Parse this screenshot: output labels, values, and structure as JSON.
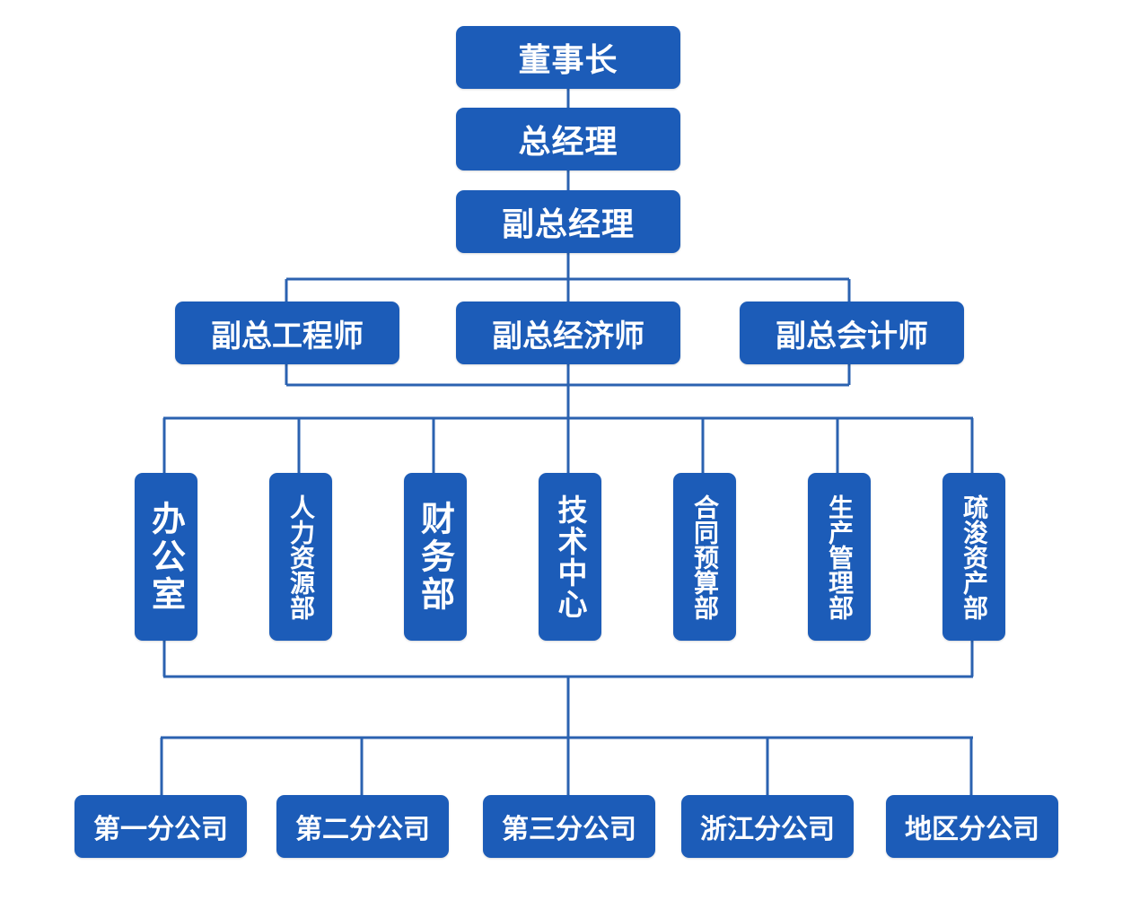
{
  "top": [
    {
      "id": "chairman",
      "label": "董事长"
    },
    {
      "id": "gm",
      "label": "总经理"
    },
    {
      "id": "deputy-gm",
      "label": "副总经理"
    }
  ],
  "deputies": [
    {
      "id": "deputy-engineer",
      "label": "副总工程师"
    },
    {
      "id": "deputy-economist",
      "label": "副总经济师"
    },
    {
      "id": "deputy-accountant",
      "label": "副总会计师"
    }
  ],
  "departments": [
    {
      "id": "office",
      "label": "办公室"
    },
    {
      "id": "hr",
      "label": "人力资源部"
    },
    {
      "id": "finance",
      "label": "财务部"
    },
    {
      "id": "tech-center",
      "label": "技术中心"
    },
    {
      "id": "contract-budget",
      "label": "合同预算部"
    },
    {
      "id": "production",
      "label": "生产管理部"
    },
    {
      "id": "dredging-assets",
      "label": "疏浚资产部"
    }
  ],
  "branches": [
    {
      "id": "branch-1",
      "label": "第一分公司"
    },
    {
      "id": "branch-2",
      "label": "第二分公司"
    },
    {
      "id": "branch-3",
      "label": "第三分公司"
    },
    {
      "id": "branch-zhejiang",
      "label": "浙江分公司"
    },
    {
      "id": "branch-regional",
      "label": "地区分公司"
    }
  ],
  "colors": {
    "box": "#1c5cb8",
    "line": "#2b62b0",
    "text": "#ffffff"
  }
}
